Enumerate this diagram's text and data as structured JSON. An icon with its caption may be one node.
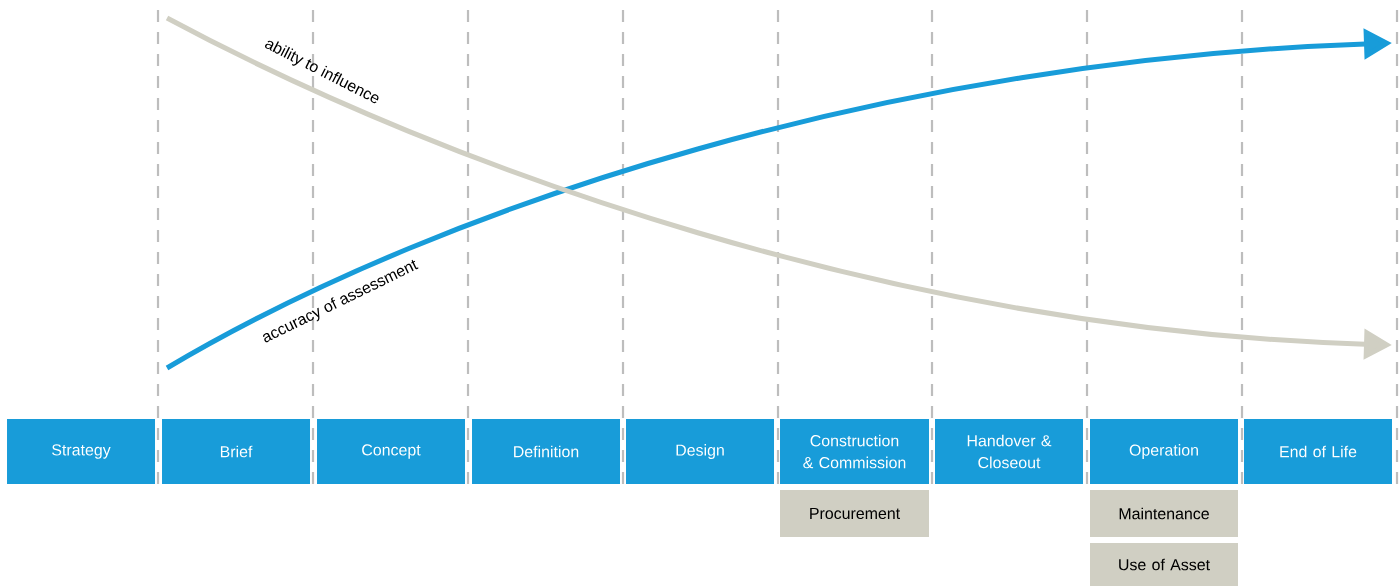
{
  "diagram": {
    "nodes": [
      {
        "text": [
          "Strategy"
        ]
      },
      {
        "text": [
          "Brief"
        ]
      },
      {
        "text": [
          "Concept"
        ]
      },
      {
        "text": [
          "Definition"
        ]
      },
      {
        "text": [
          "Design"
        ]
      },
      {
        "text": [
          "Construction & Commission"
        ]
      },
      {
        "text": [
          "Handover & Closeout"
        ]
      },
      {
        "text": [
          "Operation"
        ]
      },
      {
        "text": [
          "End of Life"
        ]
      },
      {
        "text": [
          "Procurement"
        ]
      },
      {
        "text": [
          "Maintenance"
        ]
      },
      {
        "text": [
          "Use of Asset"
        ]
      }
    ],
    "labels": [
      "ability to influence",
      "accuracy of assessment"
    ]
  }
}
